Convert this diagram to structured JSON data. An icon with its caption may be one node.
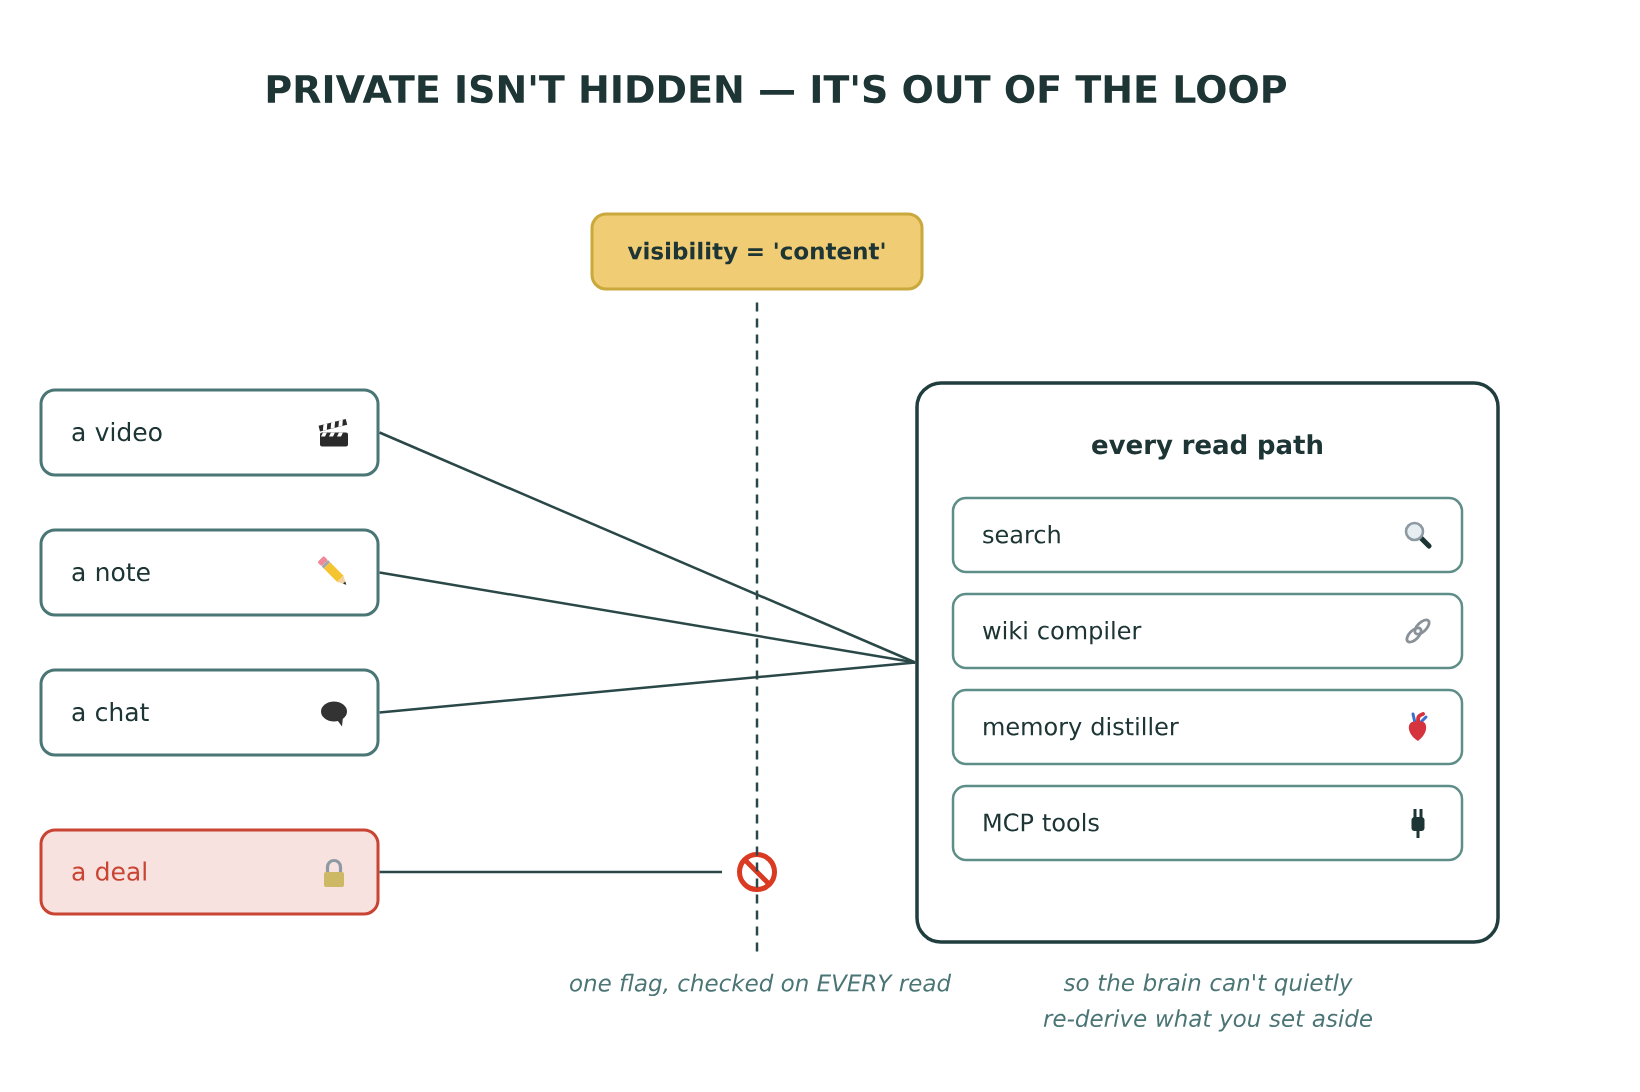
{
  "diagram": {
    "title": "PRIVATE ISN'T HIDDEN — IT'S OUT OF THE LOOP",
    "nodes": [
      {
        "text": [
          "visibility = 'content'"
        ]
      },
      {
        "text": [
          "a video"
        ]
      },
      {
        "text": [
          "a note"
        ]
      },
      {
        "text": [
          "a chat"
        ]
      },
      {
        "text": [
          "a deal"
        ]
      },
      {
        "text": [],
        "shape": "circle"
      },
      {
        "text": [
          "every read path"
        ]
      },
      {
        "text": [
          "search"
        ],
        "in": 6
      },
      {
        "text": [
          "wiki compiler"
        ],
        "in": 6
      },
      {
        "text": [
          "memory distiller"
        ],
        "in": 6
      },
      {
        "text": [
          "MCP tools"
        ],
        "in": 6
      }
    ],
    "edges": [
      {
        "from": 1,
        "to": 6,
        "arrow": "none"
      },
      {
        "from": 2,
        "to": 6,
        "arrow": "none"
      },
      {
        "from": 3,
        "to": 6,
        "arrow": "none"
      },
      {
        "from": 4,
        "to": 5,
        "arrow": "none"
      },
      {
        "from": 0,
        "to": null,
        "arrow": "none",
        "style": "dashed"
      }
    ],
    "labels": [
      "one flag, checked on EVERY read",
      "so the brain can't quietly re-derive what you set aside"
    ]
  }
}
